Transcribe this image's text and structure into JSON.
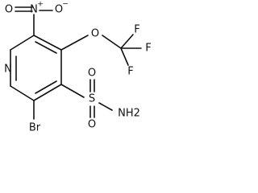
{
  "molecule": {
    "atoms": {
      "ring_nitrogen": "N",
      "nitro_nitrogen": "N",
      "nitro_nitrogen_charge": "+",
      "nitro_oxygen_left": "O",
      "nitro_oxygen_right": "O",
      "nitro_oxygen_charge": "−",
      "ether_oxygen": "O",
      "fluorine_top": "F",
      "fluorine_right": "F",
      "fluorine_bottom": "F",
      "bromine": "Br",
      "sulfur": "S",
      "sulfonyl_oxygen_top": "O",
      "sulfonyl_oxygen_bottom": "O",
      "amide_nitrogen": "NH2"
    }
  }
}
